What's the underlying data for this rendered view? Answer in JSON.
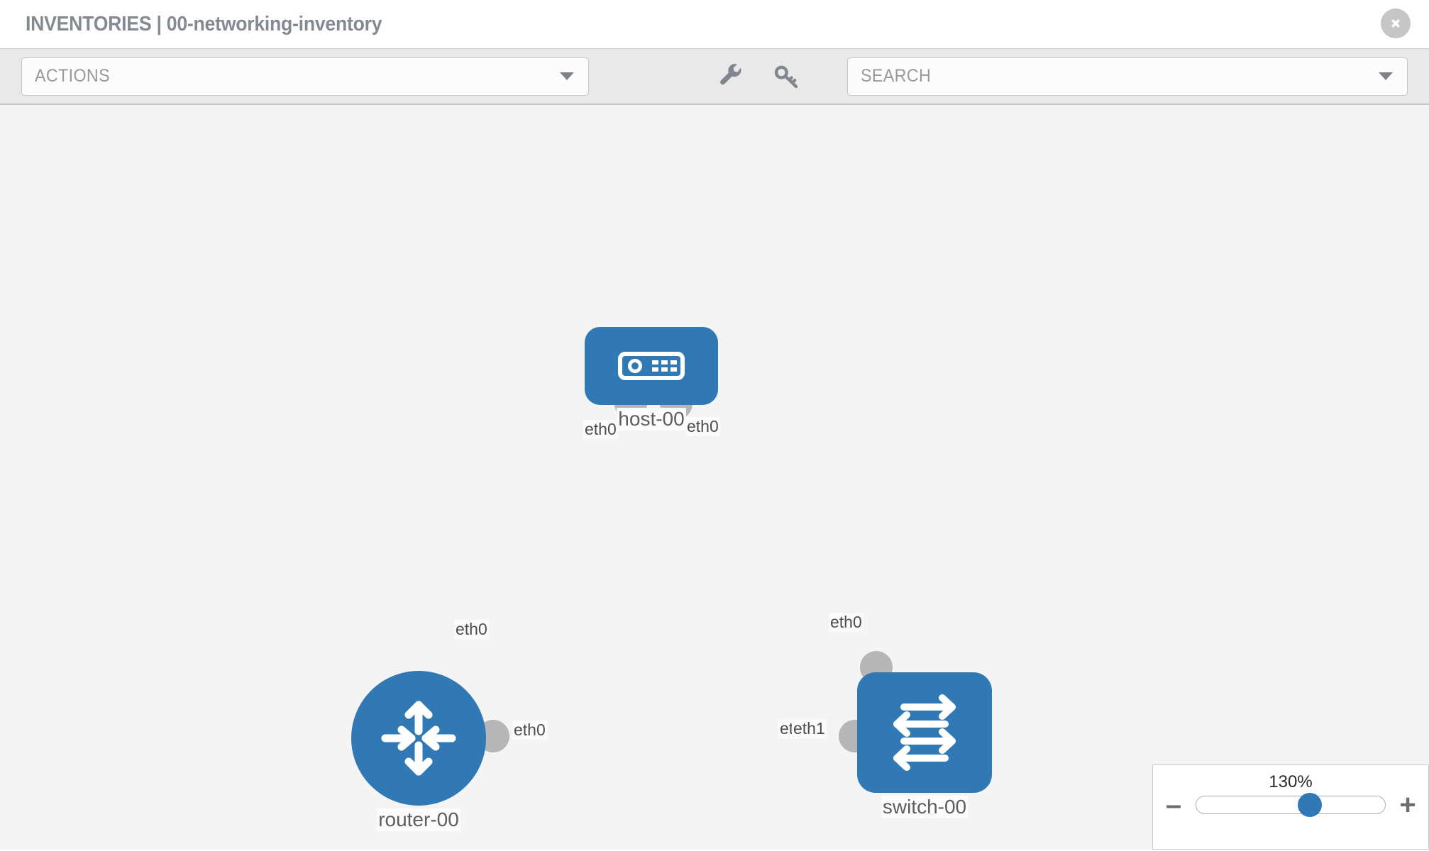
{
  "header": {
    "title": "INVENTORIES | 00-networking-inventory",
    "close_icon": "close-circle-icon"
  },
  "toolbar": {
    "actions_label": "ACTIONS",
    "actions_caret_icon": "chevron-down-icon",
    "wrench_icon": "wrench-icon",
    "key_icon": "key-icon",
    "search_placeholder": "SEARCH",
    "search_caret_icon": "chevron-down-icon"
  },
  "topology": {
    "accent_color": "#3179b5",
    "port_color": "#b6b6b6",
    "edge_color": "#d5d5d5",
    "nodes": [
      {
        "id": "host-00",
        "label": "host-00",
        "icon": "server-icon",
        "shape": "rounded"
      },
      {
        "id": "router-00",
        "label": "router-00",
        "icon": "router-arrows-icon",
        "shape": "circle"
      },
      {
        "id": "switch-00",
        "label": "switch-00",
        "icon": "switch-arrows-icon",
        "shape": "square"
      }
    ],
    "edge_labels": [
      {
        "id": "host-left",
        "text": "eth0"
      },
      {
        "id": "host-right",
        "text": "eth0"
      },
      {
        "id": "router-up",
        "text": "eth0"
      },
      {
        "id": "switch-up",
        "text": "eth0"
      },
      {
        "id": "router-right",
        "text": "eth0"
      },
      {
        "id": "switch-left-a",
        "text": "eth"
      },
      {
        "id": "switch-left-b",
        "text": "eth1"
      }
    ]
  },
  "zoom": {
    "value": "130%",
    "minus_label": "–",
    "plus_label": "+"
  }
}
